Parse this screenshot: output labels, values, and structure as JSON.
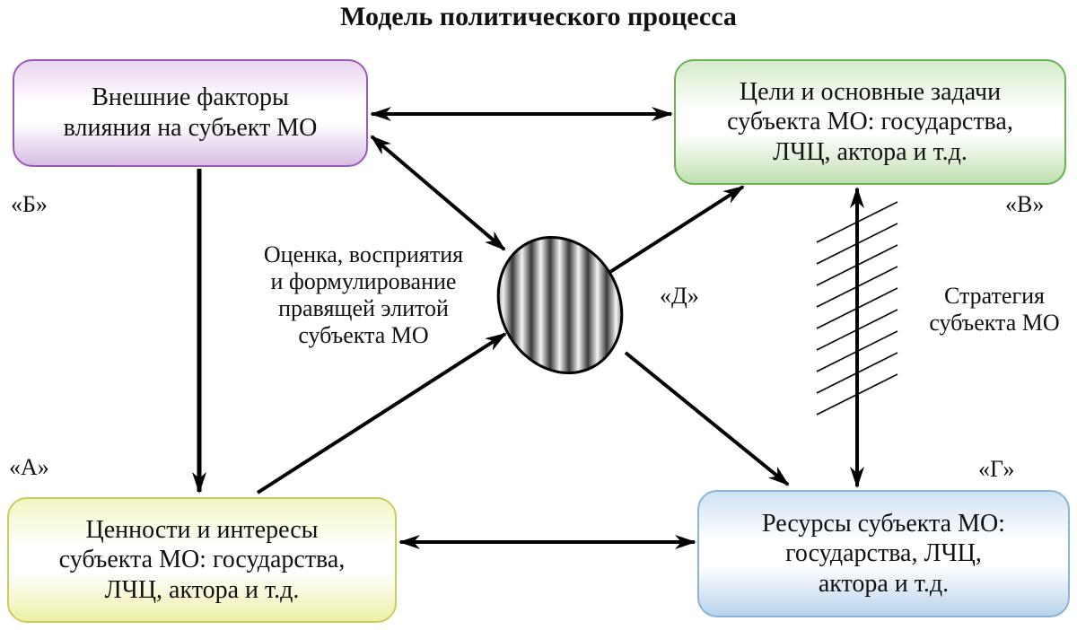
{
  "title": "Модель политического процесса",
  "nodes": {
    "external": "Внешние факторы\nвлияния на субъект МО",
    "goals": "Цели и основные задачи\nсубъекта МО: государства,\nЛЧЦ, актора и т.д.",
    "values": "Ценности и интересы\nсубъекта МО: государства,\nЛЧЦ, актора и т.д.",
    "resources": "Ресурсы субъекта МО:\nгосударства, ЛЧЦ,\nактора и т.д.",
    "elite": "Оценка, восприятия\nи формулирование\nправящей элитой\nсубъекта МО",
    "strategy": "Стратегия\nсубъекта МО"
  },
  "labels": {
    "b": "«Б»",
    "v": "«В»",
    "a": "«А»",
    "g": "«Г»",
    "d": "«Д»"
  },
  "colors": {
    "external_border": "#9a5bb8",
    "goals_border": "#6fae5b",
    "values_border": "#c9cc5e",
    "resources_border": "#8ab4d8",
    "arrow": "#000000"
  }
}
